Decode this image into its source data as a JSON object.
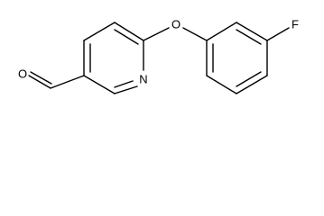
{
  "molecule": {
    "atoms": {
      "oxygen_aldehyde": "O",
      "nitrogen_ring": "N",
      "oxygen_ether": "O",
      "fluorine": "F"
    }
  }
}
